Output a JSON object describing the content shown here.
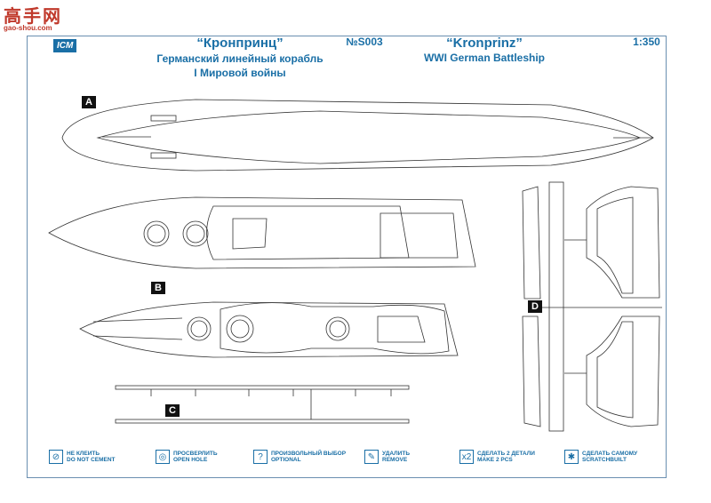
{
  "watermark": {
    "chinese": "高手网",
    "url": "gao-shou.com"
  },
  "brand": "ICM",
  "title_ru": "“Кронпринц”",
  "subtitle_ru_1": "Германский линейный корабль",
  "subtitle_ru_2": "I Мировой войны",
  "catalog_no": "№S003",
  "title_en": "“Kronprinz”",
  "subtitle_en": "WWI German Battleship",
  "scale": "1:350",
  "parts": {
    "a": "A",
    "b": "B",
    "c": "C",
    "d": "D"
  },
  "legend": [
    {
      "icon": "no-cement-icon",
      "ru": "НЕ КЛЕИТЬ",
      "en": "DO NOT CEMENT"
    },
    {
      "icon": "open-hole-icon",
      "ru": "ПРОСВЕРЛИТЬ",
      "en": "OPEN HOLE"
    },
    {
      "icon": "optional-icon",
      "ru": "ПРОИЗВОЛЬНЫЙ ВЫБОР",
      "en": "OPTIONAL"
    },
    {
      "icon": "remove-icon",
      "ru": "УДАЛИТЬ",
      "en": "REMOVE"
    },
    {
      "icon": "make-two-icon",
      "ru": "СДЕЛАТЬ 2 ДЕТАЛИ",
      "en": "MAKE 2 PCS"
    },
    {
      "icon": "scratchbuilt-icon",
      "ru": "СДЕЛАТЬ САМОМУ",
      "en": "SCRATCHBUILT"
    }
  ]
}
